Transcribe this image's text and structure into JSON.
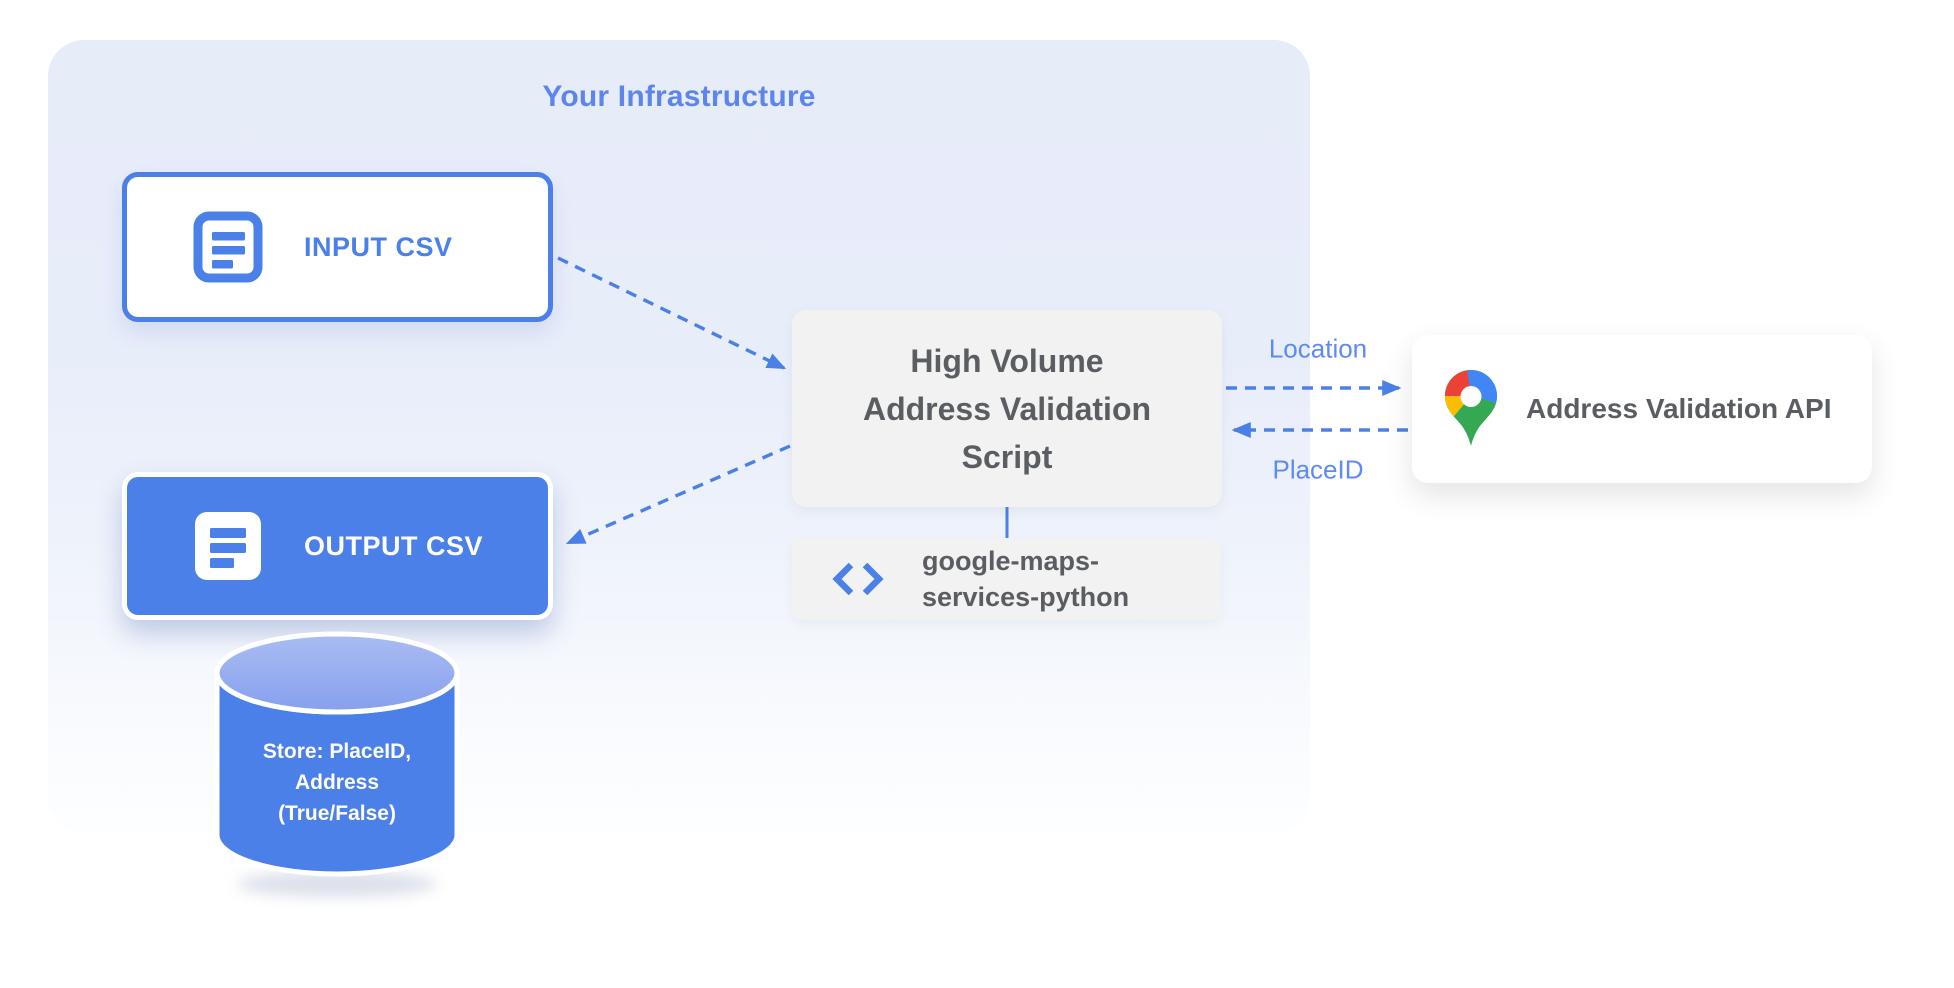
{
  "title": "Your Infrastructure",
  "nodes": {
    "input_csv": {
      "label": "INPUT CSV",
      "icon": "document-icon"
    },
    "output_csv": {
      "label": "OUTPUT CSV",
      "icon": "document-icon"
    },
    "script": {
      "lines": [
        "High Volume",
        "Address Validation",
        "Script"
      ]
    },
    "library": {
      "lines": [
        "google-maps-",
        "services-python"
      ],
      "icon": "code-icon"
    },
    "api": {
      "label": "Address Validation API",
      "icon": "google-maps-pin-icon"
    },
    "datastore": {
      "lines": [
        "Store: PlaceID,",
        "Address",
        "(True/False)"
      ],
      "icon": "database-cylinder"
    }
  },
  "edges": {
    "location_label": "Location",
    "placeid_label": "PlaceID"
  },
  "colors": {
    "accent_blue": "#4a80e8",
    "label_blue": "#5d8af3",
    "title_blue": "#5c86ee",
    "node_gray_bg": "#f2f2f2",
    "text_gray": "#5a5d61",
    "infra_bg_top": "#e7ecf9",
    "cylinder_top_blue": "#96acee",
    "pin_red": "#EA4335",
    "pin_blue": "#4285F4",
    "pin_yellow": "#FBBC04",
    "pin_green": "#34A853"
  }
}
